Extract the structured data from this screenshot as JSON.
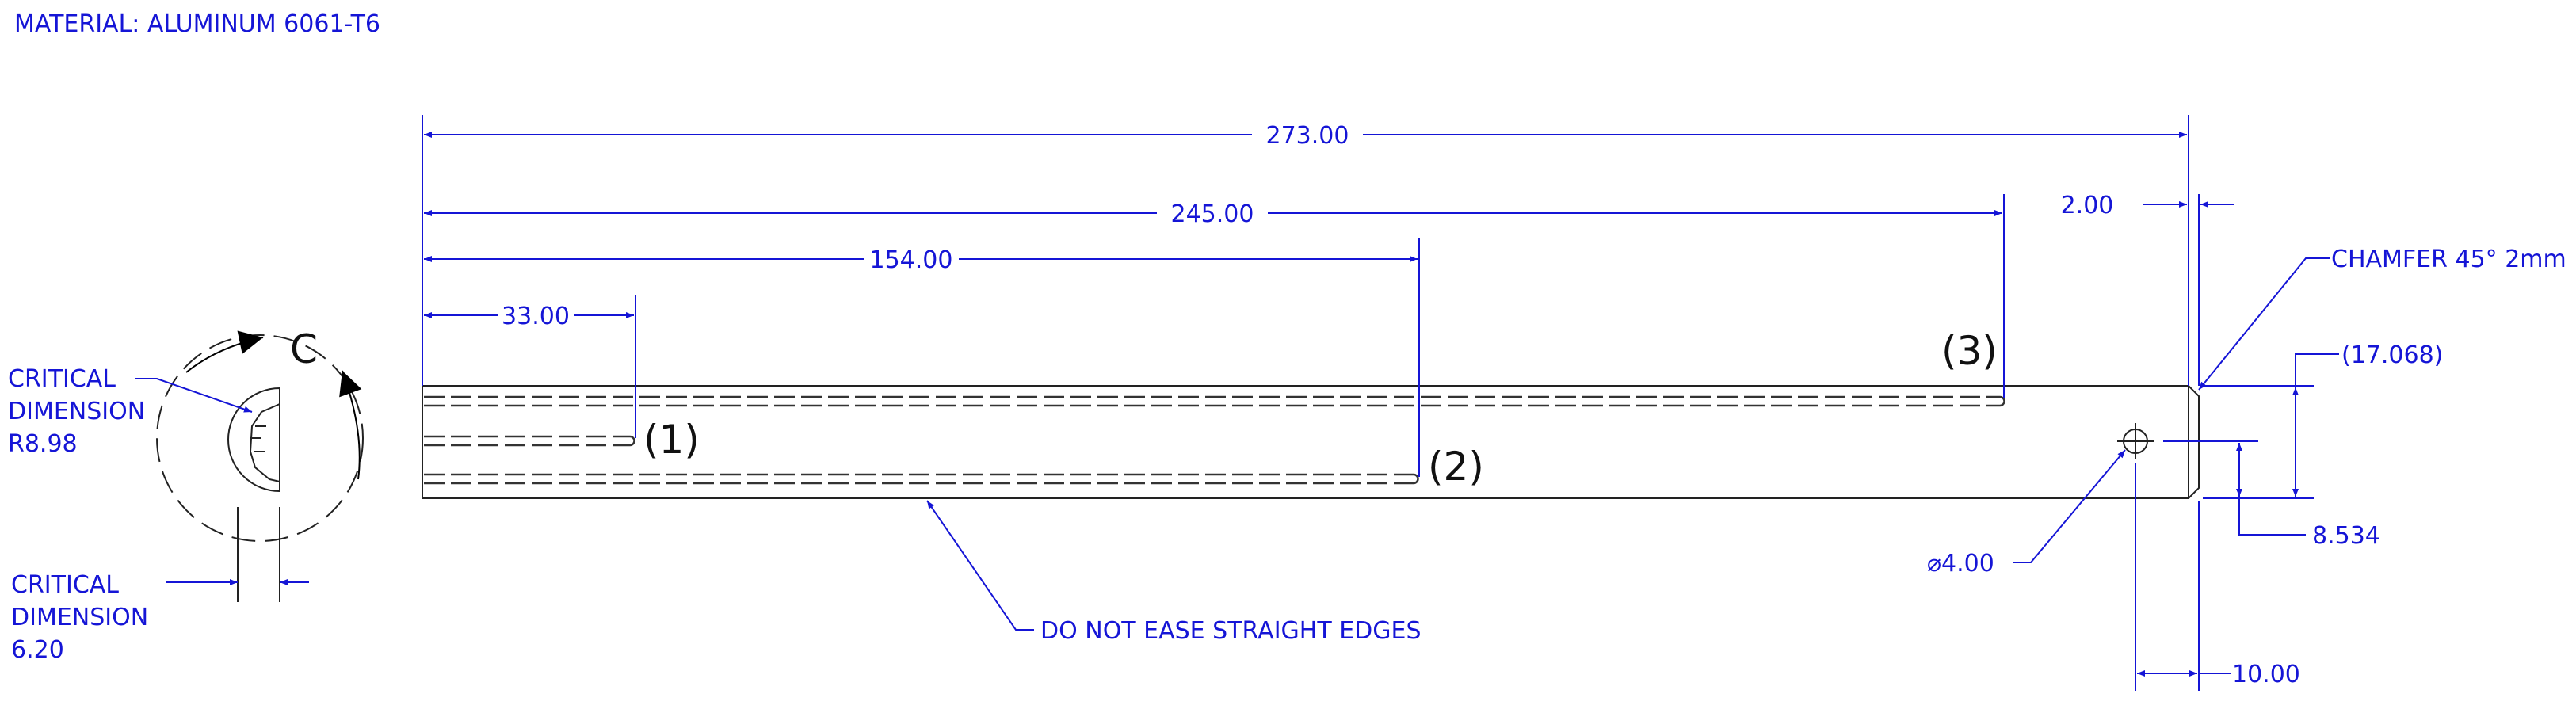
{
  "title": "MATERIAL: ALUMINUM 6061-T6",
  "dimensions": {
    "overall": "273.00",
    "slot3_length": "245.00",
    "slot2_length": "154.00",
    "slot1_length": "33.00",
    "chamfer_offset": "2.00",
    "height_ref": "(17.068)",
    "hole_center_height": "8.534",
    "hole_offset": "10.00",
    "hole_diameter": "⌀4.00"
  },
  "notes": {
    "chamfer": "CHAMFER 45° 2mm",
    "do_not_ease": "DO NOT EASE STRAIGHT EDGES",
    "critical_radius": [
      "CRITICAL",
      "DIMENSION",
      "R8.98"
    ],
    "critical_flat": [
      "CRITICAL",
      "DIMENSION",
      "6.20"
    ]
  },
  "labels": {
    "slot1": "(1)",
    "slot2": "(2)",
    "slot3": "(3)",
    "rotation": "C"
  }
}
